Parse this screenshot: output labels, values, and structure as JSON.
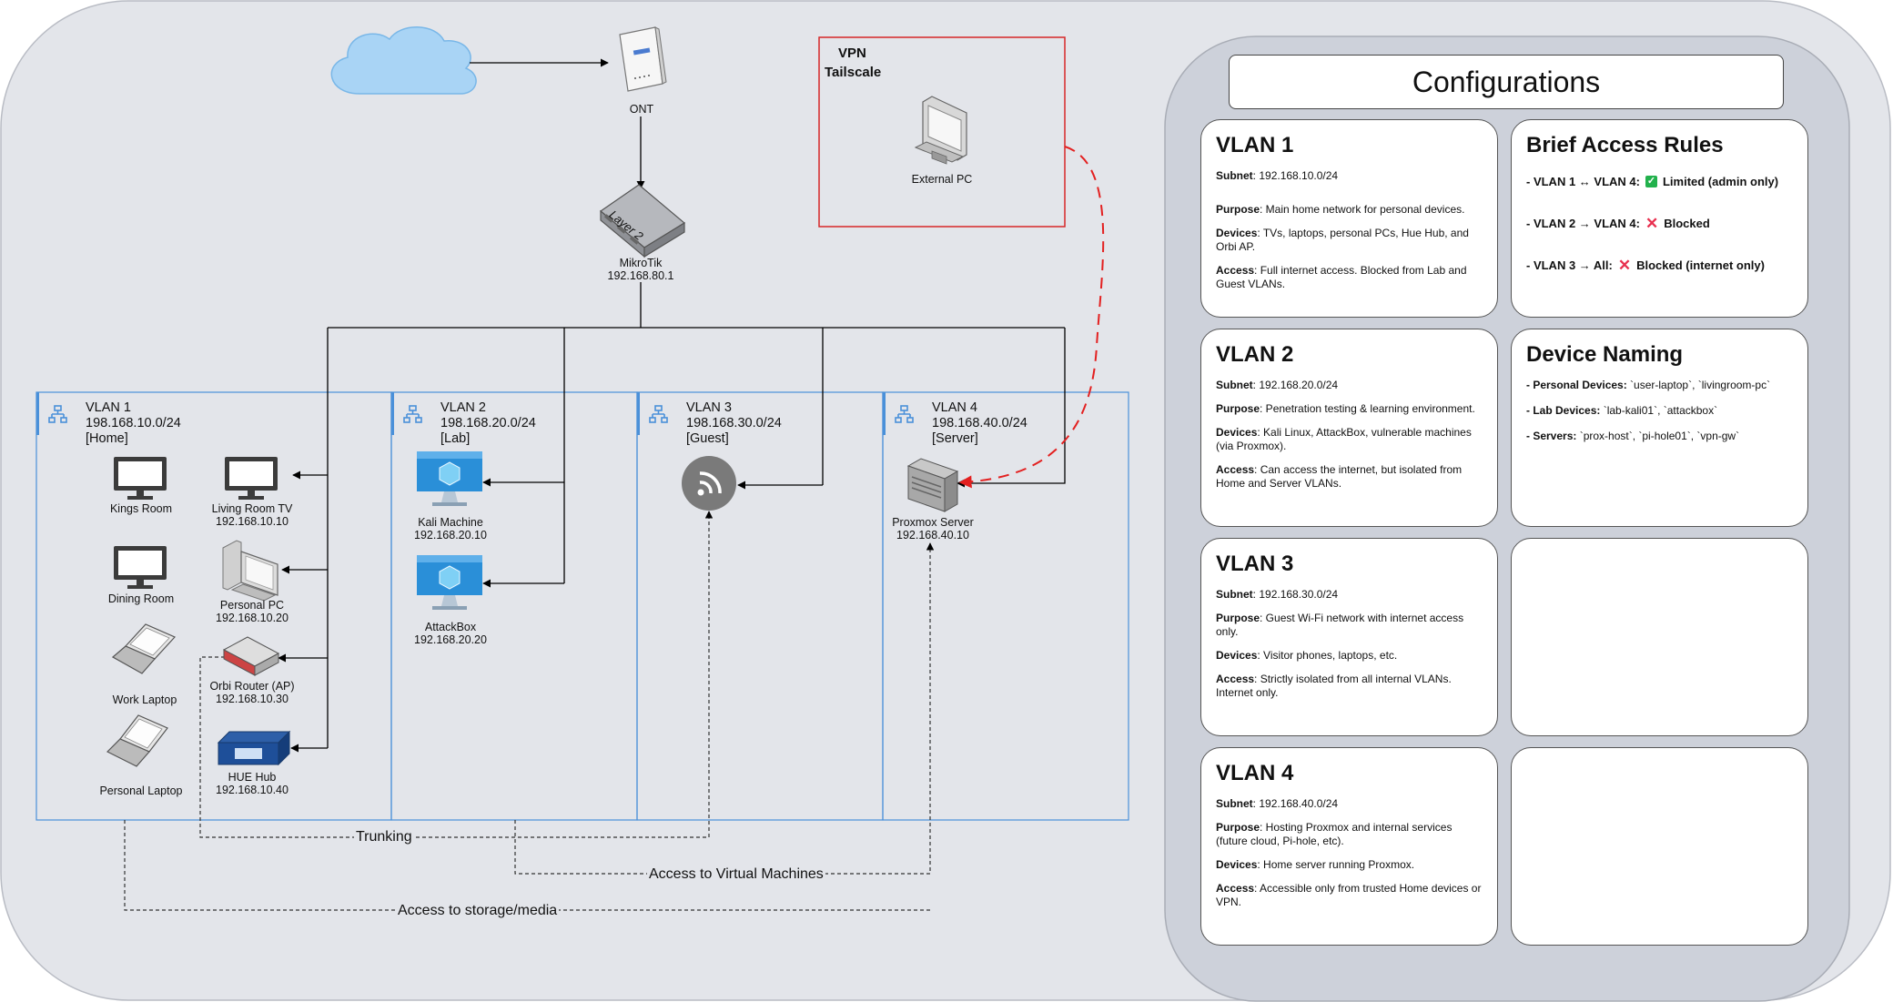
{
  "diagram": {
    "internet": {
      "icon": "cloud-icon"
    },
    "ont": {
      "label": "ONT"
    },
    "switch": {
      "badge": "Layer 2",
      "name": "MikroTik",
      "ip": "192.168.80.1"
    },
    "vpn": {
      "title": "VPN",
      "subtitle": "Tailscale",
      "device": "External PC"
    },
    "vlans": [
      {
        "name": "VLAN 1",
        "subnet": "198.168.10.0/24",
        "tag": "[Home]"
      },
      {
        "name": "VLAN 2",
        "subnet": "198.168.20.0/24",
        "tag": "[Lab]"
      },
      {
        "name": "VLAN 3",
        "subnet": "198.168.30.0/24",
        "tag": "[Guest]"
      },
      {
        "name": "VLAN 4",
        "subnet": "198.168.40.0/24",
        "tag": "[Server]"
      }
    ],
    "devices": {
      "kings_room": "Kings Room",
      "living_room_tv": {
        "name": "Living Room TV",
        "ip": "192.168.10.10"
      },
      "dining_room": "Dining Room",
      "personal_pc": {
        "name": "Personal PC",
        "ip": "192.168.10.20"
      },
      "work_laptop": "Work Laptop",
      "orbi_router": {
        "name": "Orbi Router (AP)",
        "ip": "192.168.10.30"
      },
      "personal_laptop": "Personal Laptop",
      "hue_hub": {
        "name": "HUE Hub",
        "ip": "192.168.10.40"
      },
      "kali": {
        "name": "Kali Machine",
        "ip": "192.168.20.10"
      },
      "attackbox": {
        "name": "AttackBox",
        "ip": "192.168.20.20"
      },
      "proxmox": {
        "name": "Proxmox Server",
        "ip": "192.168.40.10"
      }
    },
    "flows": {
      "trunking": "Trunking",
      "vm_access": "Access to Virtual Machines",
      "storage_access": "Access to storage/media"
    }
  },
  "configurations": {
    "title": "Configurations",
    "vlan_cards": [
      {
        "title": "VLAN 1",
        "subnet_label": "Subnet",
        "subnet": ": 192.168.10.0/24",
        "purpose_label": "Purpose",
        "purpose": ": Main home network for personal devices.",
        "devices_label": "Devices",
        "devices": ": TVs, laptops, personal PCs, Hue Hub, and Orbi AP.",
        "access_label": "Access",
        "access": ": Full internet access. Blocked from Lab and Guest VLANs."
      },
      {
        "title": "VLAN 2",
        "subnet_label": "Subnet",
        "subnet": ": 192.168.20.0/24",
        "purpose_label": "Purpose",
        "purpose": ": Penetration testing & learning environment.",
        "devices_label": "Devices",
        "devices": ": Kali Linux, AttackBox, vulnerable machines (via Proxmox).",
        "access_label": "Access",
        "access": ": Can access the internet, but isolated from Home and Server VLANs."
      },
      {
        "title": "VLAN 3",
        "subnet_label": "Subnet",
        "subnet": ": 192.168.30.0/24",
        "purpose_label": "Purpose",
        "purpose": ": Guest Wi-Fi network with internet access only.",
        "devices_label": "Devices",
        "devices": ": Visitor phones, laptops, etc.",
        "access_label": "Access",
        "access": ": Strictly isolated from all internal VLANs. Internet only."
      },
      {
        "title": "VLAN 4",
        "subnet_label": "Subnet",
        "subnet": ": 192.168.40.0/24",
        "purpose_label": "Purpose",
        "purpose": ": Hosting Proxmox and internal services (future cloud, Pi-hole, etc).",
        "devices_label": "Devices",
        "devices": ": Home server running Proxmox.",
        "access_label": "Access",
        "access": ": Accessible only from trusted Home devices or VPN."
      }
    ],
    "access_rules": {
      "title": "Brief Access Rules",
      "rules": [
        {
          "path": "- VLAN 1 ↔ VLAN 4:",
          "status_icon": "check-icon",
          "result": "Limited (admin only)"
        },
        {
          "path": "- VLAN 2 → VLAN 4:",
          "status_icon": "cross-icon",
          "result": "Blocked"
        },
        {
          "path": "- VLAN 3 → All:",
          "status_icon": "cross-icon",
          "result": "Blocked (internet only)"
        }
      ]
    },
    "device_naming": {
      "title": "Device Naming",
      "items": [
        {
          "label": "- Personal Devices:",
          "value": " `user-laptop`, `livingroom-pc`"
        },
        {
          "label": "- Lab Devices:",
          "value": " `lab-kali01`, `attackbox`"
        },
        {
          "label": "- Servers:",
          "value": " `prox-host`, `pi-hole01`, `vpn-gw`"
        }
      ]
    }
  },
  "colors": {
    "background": "#e3e5ea",
    "config_panel": "#cdd1da",
    "vlan_border": "#4a90d9",
    "vpn_border": "#d62728",
    "vpn_link": "#e32020",
    "hyperv": "#1f8ad4"
  }
}
